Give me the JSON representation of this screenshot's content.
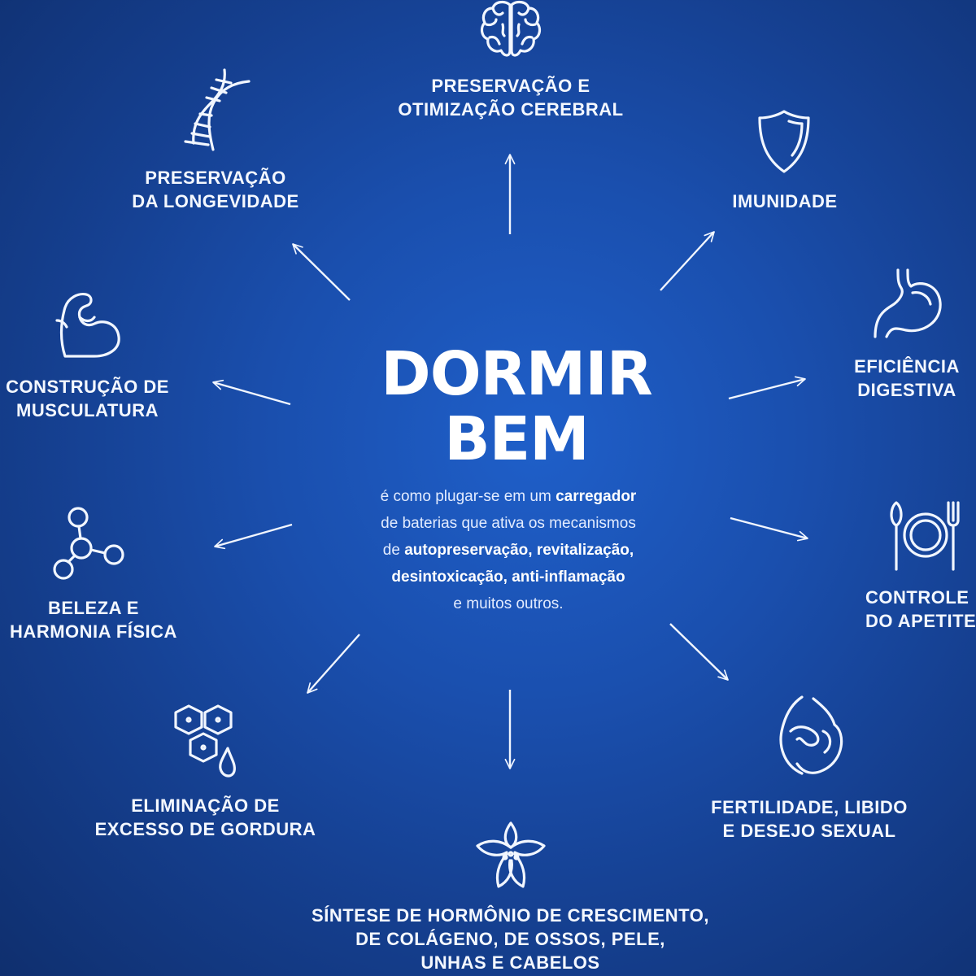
{
  "center": {
    "title_line1": "DORMIR",
    "title_line2": "BEM",
    "desc": {
      "p1": "é como plugar-se em um ",
      "b1": "carregador",
      "p2": "de baterias que ativa os mecanismos",
      "p3": "de ",
      "b2": "autopreservação, revitalização,",
      "b3": "desintoxicação, anti-inflamação",
      "p4": "e muitos outros."
    }
  },
  "benefits": {
    "cerebral": {
      "icon": "brain-icon",
      "line1": "PRESERVAÇÃO E",
      "line2": "OTIMIZAÇÃO CEREBRAL"
    },
    "imunidade": {
      "icon": "shield-icon",
      "line1": "IMUNIDADE"
    },
    "digestiva": {
      "icon": "stomach-icon",
      "line1": "EFICIÊNCIA",
      "line2": "DIGESTIVA"
    },
    "apetite": {
      "icon": "plate-icon",
      "line1": "CONTROLE",
      "line2": "DO APETITE"
    },
    "fertilidade": {
      "icon": "pregnancy-icon",
      "line1": "FERTILIDADE, LIBIDO",
      "line2": "E DESEJO SEXUAL"
    },
    "hormonio": {
      "icon": "flower-icon",
      "line1": "SÍNTESE DE HORMÔNIO DE CRESCIMENTO,",
      "line2": "DE COLÁGENO, DE OSSOS, PELE,",
      "line3": "UNHAS E CABELOS"
    },
    "gordura": {
      "icon": "fat-cells-icon",
      "line1": "ELIMINAÇÃO DE",
      "line2": "EXCESSO DE GORDURA"
    },
    "beleza": {
      "icon": "molecule-icon",
      "line1": "BELEZA E",
      "line2": "HARMONIA FÍSICA"
    },
    "musculatura": {
      "icon": "bicep-icon",
      "line1": "CONSTRUÇÃO DE",
      "line2": "MUSCULATURA"
    },
    "longevidade": {
      "icon": "dna-icon",
      "line1": "PRESERVAÇÃO",
      "line2": "DA LONGEVIDADE"
    }
  },
  "colors": {
    "background": "#1a4fae",
    "foreground": "#f1f6ff"
  }
}
